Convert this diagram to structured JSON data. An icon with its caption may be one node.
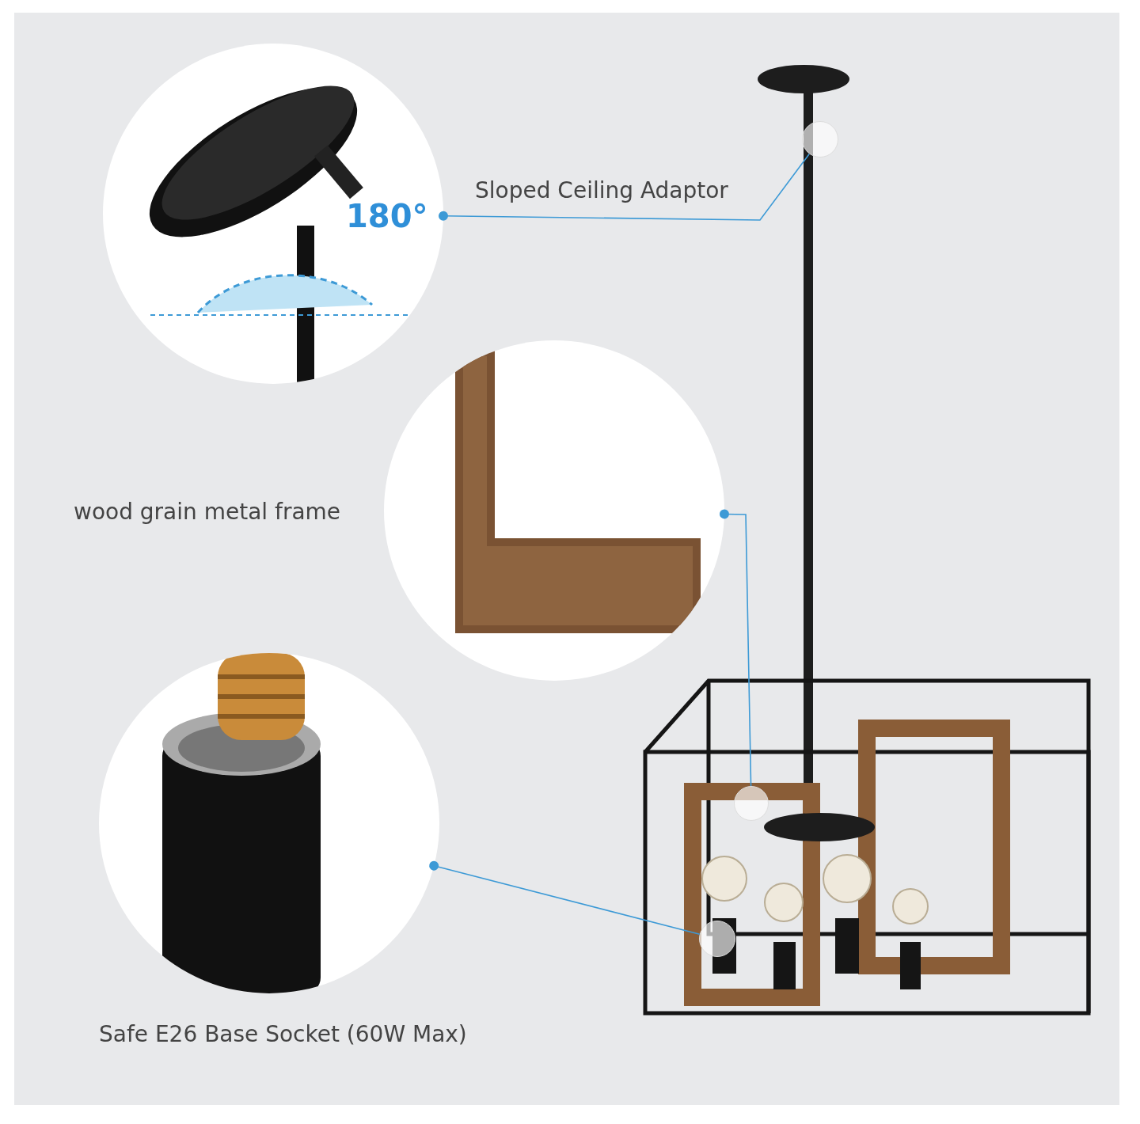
{
  "diagram": {
    "nodes": [
      {
        "text": [],
        "shape": "picture"
      },
      {
        "text": [],
        "shape": "picture",
        "beside": [
          "wood grain metal frame"
        ]
      },
      {
        "text": [],
        "shape": "picture",
        "beside": [
          "Safe E26 Base Socket (60W Max)"
        ]
      },
      {
        "text": [],
        "shape": "picture"
      },
      {
        "text": [],
        "shape": "circle",
        "in": 3
      },
      {
        "text": [],
        "shape": "circle",
        "in": 3
      },
      {
        "text": [],
        "shape": "circle",
        "in": 3
      }
    ],
    "edges": [
      {
        "from": 0,
        "to": 4,
        "arrow": "other",
        "label": "Sloped Ceiling Adaptor",
        "color": "#3d9ad6"
      },
      {
        "from": 1,
        "to": 5,
        "arrow": "other",
        "color": "#3d9ad6"
      },
      {
        "from": 2,
        "to": 6,
        "arrow": "other",
        "color": "#3d9ad6"
      }
    ],
    "labels": [
      "180°"
    ]
  }
}
